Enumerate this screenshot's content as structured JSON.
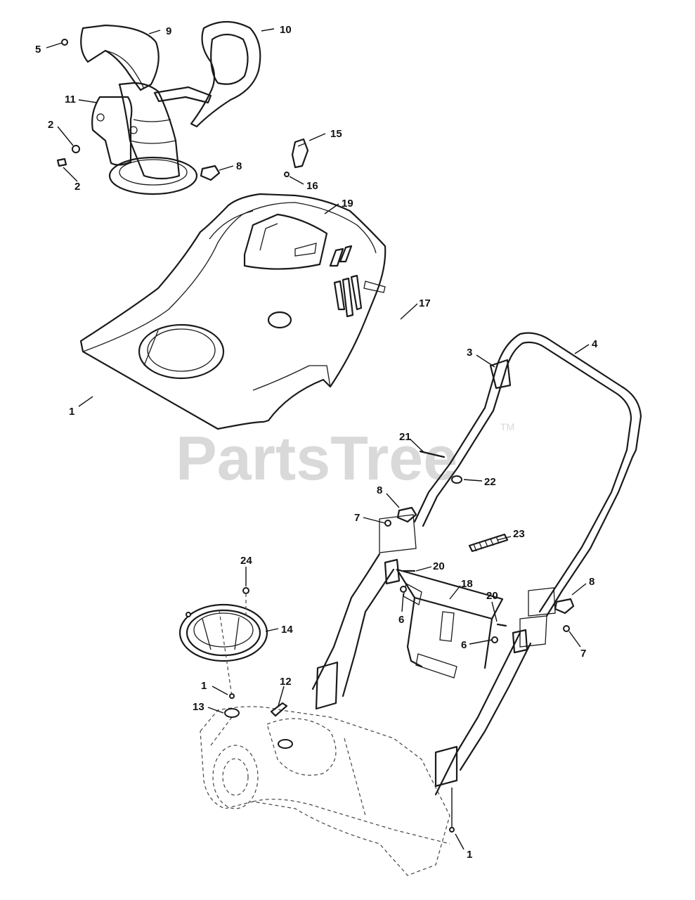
{
  "watermark": {
    "text": "PartsTree",
    "trademark": "TM"
  },
  "callouts": {
    "c1a": "1",
    "c1b": "1",
    "c1c": "1",
    "c2a": "2",
    "c2b": "2",
    "c3": "3",
    "c4": "4",
    "c5": "5",
    "c6a": "6",
    "c6b": "6",
    "c7a": "7",
    "c7b": "7",
    "c8a": "8",
    "c8b": "8",
    "c8c": "8",
    "c9": "9",
    "c10": "10",
    "c11": "11",
    "c12": "12",
    "c13": "13",
    "c14": "14",
    "c15": "15",
    "c16": "16",
    "c17": "17",
    "c18": "18",
    "c19": "19",
    "c20a": "20",
    "c20b": "20",
    "c21": "21",
    "c22": "22",
    "c23": "23",
    "c24": "24"
  }
}
